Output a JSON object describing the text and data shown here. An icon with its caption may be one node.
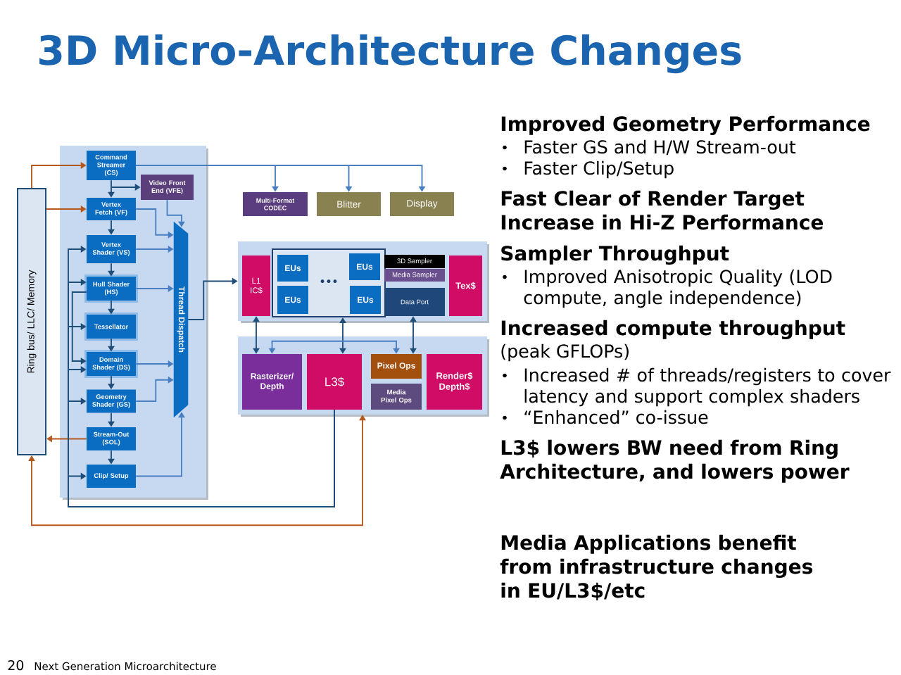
{
  "diagram": {
    "title": "3D Micro-Architecture Changes",
    "nodes": [
      {
        "text": [
          "Ring bus/ LLC/ Memory"
        ]
      },
      {
        "text": [],
        "shape": "box"
      },
      {
        "text": [
          "Command Streamer (CS)"
        ],
        "in": 1
      },
      {
        "text": [
          "Video Front End (VFE)"
        ],
        "in": 1
      },
      {
        "text": [
          "Vertex Fetch (VF)"
        ],
        "in": 1
      },
      {
        "text": [
          "Vertex Shader (VS)"
        ],
        "in": 1
      },
      {
        "text": [
          "Hull Shader (HS)"
        ],
        "in": 1
      },
      {
        "text": [
          "Tessellator"
        ],
        "in": 1
      },
      {
        "text": [
          "Domain Shader (DS)"
        ],
        "in": 1
      },
      {
        "text": [
          "Geometry Shader (GS)"
        ],
        "in": 1
      },
      {
        "text": [
          "Stream-Out (SOL)"
        ],
        "in": 1
      },
      {
        "text": [
          "Clip/ Setup"
        ],
        "in": 1
      },
      {
        "text": [
          "Thread Dispatch"
        ],
        "in": 1
      },
      {
        "text": [
          "Multi-Format CODEC"
        ]
      },
      {
        "text": [
          "Blitter"
        ]
      },
      {
        "text": [
          "Display"
        ]
      },
      {
        "text": [],
        "shape": "box"
      },
      {
        "text": [
          "L1 IC$"
        ],
        "in": 16
      },
      {
        "text": [],
        "shape": "box",
        "in": 16
      },
      {
        "text": [
          "EUs"
        ],
        "in": 18
      },
      {
        "text": [
          "EUs"
        ],
        "in": 18
      },
      {
        "text": [
          "EUs"
        ],
        "in": 18
      },
      {
        "text": [
          "EUs"
        ],
        "in": 18
      },
      {
        "text": [
          "3D Sampler"
        ],
        "in": 16
      },
      {
        "text": [
          "Media Sampler"
        ],
        "in": 16
      },
      {
        "text": [
          "Data Port"
        ],
        "in": 16
      },
      {
        "text": [
          "Tex$"
        ],
        "in": 16
      },
      {
        "text": [],
        "shape": "box"
      },
      {
        "text": [
          "Rasterizer/ Depth"
        ],
        "in": 27
      },
      {
        "text": [
          "L3$"
        ],
        "in": 27
      },
      {
        "text": [
          "Pixel Ops"
        ],
        "in": 27
      },
      {
        "text": [
          "Media Pixel Ops"
        ],
        "in": 27
      },
      {
        "text": [
          "Render$ Depth$"
        ],
        "in": 27
      }
    ],
    "edges": [
      {
        "from": 0,
        "to": 2,
        "arrow": "to",
        "color": "#b5581c"
      },
      {
        "from": 0,
        "to": 4,
        "arrow": "to",
        "color": "#b5581c"
      },
      {
        "from": 10,
        "to": 0,
        "arrow": "to",
        "color": "#b5581c"
      },
      {
        "from": 0,
        "to": 27,
        "arrow": "both",
        "color": "#b5581c"
      },
      {
        "from": 2,
        "to": 4,
        "arrow": "to"
      },
      {
        "from": 2,
        "to": 3,
        "arrow": "to"
      },
      {
        "from": 4,
        "to": 5,
        "arrow": "to"
      },
      {
        "from": 5,
        "to": 6,
        "arrow": "to"
      },
      {
        "from": 6,
        "to": 7,
        "arrow": "to"
      },
      {
        "from": 7,
        "to": 8,
        "arrow": "to"
      },
      {
        "from": 8,
        "to": 9,
        "arrow": "to"
      },
      {
        "from": 9,
        "to": 10,
        "arrow": "to"
      },
      {
        "from": 10,
        "to": 11,
        "arrow": "to"
      },
      {
        "from": 2,
        "to": 13,
        "arrow": "to",
        "color": "#4a7fc1"
      },
      {
        "from": 2,
        "to": 14,
        "arrow": "to",
        "color": "#4a7fc1"
      },
      {
        "from": 2,
        "to": 15,
        "arrow": "to",
        "color": "#4a7fc1"
      },
      {
        "from": 3,
        "to": 12,
        "arrow": "to",
        "color": "#4a7fc1"
      },
      {
        "from": 4,
        "to": 12,
        "arrow": "to",
        "color": "#4a7fc1"
      },
      {
        "from": 5,
        "to": 12,
        "arrow": "to",
        "color": "#4a7fc1"
      },
      {
        "from": 6,
        "to": 12,
        "arrow": "to",
        "color": "#4a7fc1"
      },
      {
        "from": 8,
        "to": 12,
        "arrow": "to",
        "color": "#4a7fc1"
      },
      {
        "from": 9,
        "to": 12,
        "arrow": "to",
        "color": "#4a7fc1"
      },
      {
        "from": 11,
        "to": 12,
        "arrow": "to",
        "color": "#4a7fc1"
      },
      {
        "from": 12,
        "to": 16,
        "arrow": "to"
      },
      {
        "from": 29,
        "to": 5,
        "arrow": "to"
      },
      {
        "from": 29,
        "to": 6,
        "arrow": "to"
      },
      {
        "from": 29,
        "to": 7,
        "arrow": "to"
      },
      {
        "from": 29,
        "to": 8,
        "arrow": "to"
      },
      {
        "from": 29,
        "to": 9,
        "arrow": "to"
      },
      {
        "from": 29,
        "to": 11,
        "arrow": "to"
      },
      {
        "from": 6,
        "to": 8,
        "arrow": "to"
      },
      {
        "from": 17,
        "to": 28,
        "arrow": "both"
      },
      {
        "from": 18,
        "to": 29,
        "arrow": "both"
      },
      {
        "from": 25,
        "to": 30,
        "arrow": "both"
      },
      {
        "from": 28,
        "to": 30,
        "arrow": "both",
        "color": "#4a7fc1"
      }
    ],
    "labels": [
      "•••",
      "Improved Geometry Performance",
      "Faster GS and H/W Stream-out",
      "Faster Clip/Setup",
      "Fast Clear of Render Target",
      "Increase in Hi-Z Performance",
      "Sampler Throughput",
      "Improved Anisotropic Quality (LOD compute, angle independence)",
      "Increased compute throughput",
      "(peak GFLOPs)",
      "Increased # of threads/registers to cover latency and support complex shaders",
      "“Enhanced” co-issue",
      "L3$ lowers BW need from Ring Architecture, and lowers power",
      "Media Applications benefit from infrastructure changes in EU/L3$/etc",
      "20",
      "Next Generation Microarchitecture"
    ]
  }
}
